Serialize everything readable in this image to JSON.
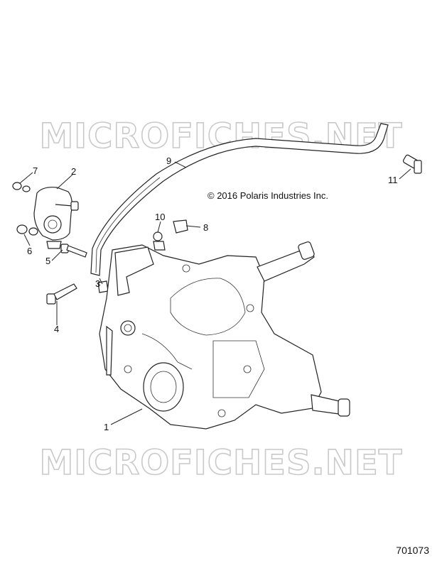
{
  "diagram": {
    "watermark_top": "MICROFICHES.NET",
    "watermark_bottom": "MICROFICHES.NET",
    "copyright": "© 2016 Polaris Industries Inc.",
    "document_number": "701073",
    "callouts": {
      "c1": "1",
      "c2": "2",
      "c3": "3",
      "c4": "4",
      "c5": "5",
      "c6": "6",
      "c7": "7",
      "c8": "8",
      "c9": "9",
      "c10": "10",
      "c11": "11"
    }
  }
}
